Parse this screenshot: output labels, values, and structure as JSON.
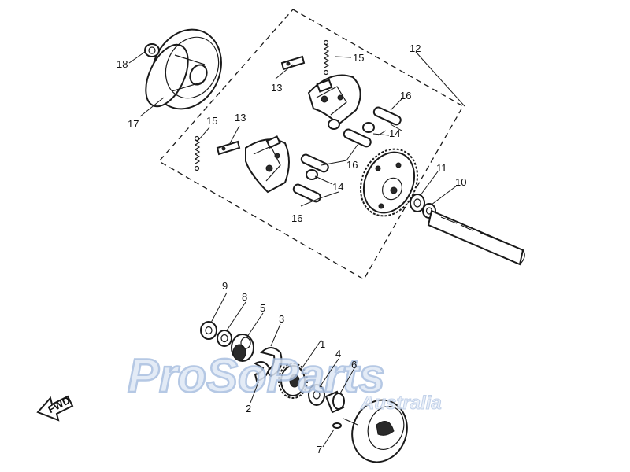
{
  "callouts": {
    "c1": "1",
    "c2": "2",
    "c3": "3",
    "c4": "4",
    "c5": "5",
    "c6": "6",
    "c7": "7",
    "c8": "8",
    "c9": "9",
    "c10": "10",
    "c11": "11",
    "c12": "12",
    "c13a": "13",
    "c13b": "13",
    "c14a": "14",
    "c14b": "14",
    "c15a": "15",
    "c15b": "15",
    "c16a": "16",
    "c16b": "16",
    "c16c": "16",
    "c17": "17",
    "c18": "18"
  },
  "fwd_label": "FWD",
  "watermark": {
    "brand": "ProSoParts",
    "sub": "Australia"
  },
  "colors": {
    "line": "#1a1a1a",
    "watermark_fill": "#dfe8f5",
    "watermark_stroke": "#a9bfe0"
  }
}
